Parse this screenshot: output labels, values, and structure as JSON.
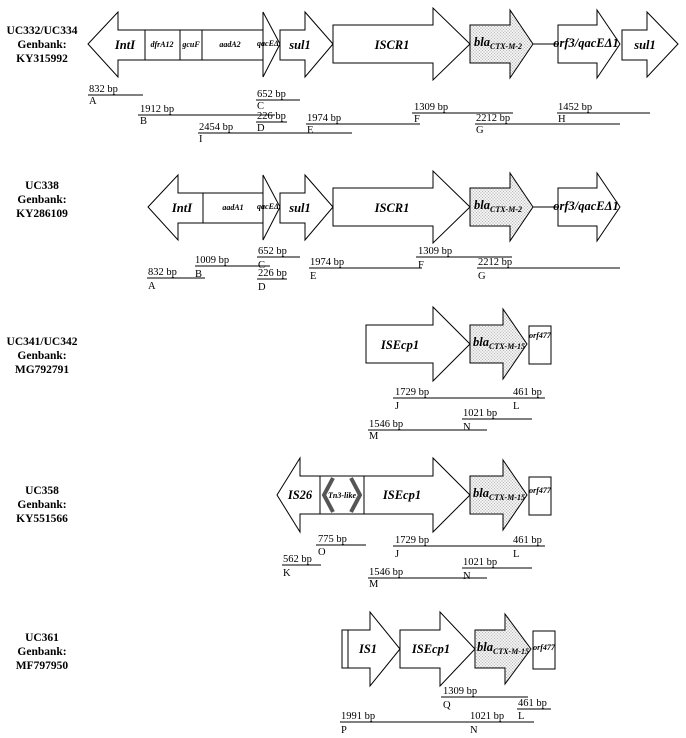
{
  "rows": [
    {
      "lines": [
        "UC332/UC334",
        "Genbank:",
        "KY315992"
      ],
      "genes": {
        "intI": "IntI",
        "dfrA12": "dfrA12",
        "gcuF": "gcuF",
        "aadA2": "aadA2",
        "qac": "qacEΔ1",
        "sul1": "sul1",
        "iscr1": "ISCR1",
        "bla_main": "bla",
        "bla_sub": "CTX-M-2",
        "orf3": "orf3/qacEΔ1",
        "sul1b": "sul1"
      },
      "amplicons": [
        {
          "letter": "A",
          "bp": "832 bp"
        },
        {
          "letter": "B",
          "bp": "1912 bp"
        },
        {
          "letter": "C",
          "bp": "652 bp"
        },
        {
          "letter": "D",
          "bp": "226 bp"
        },
        {
          "letter": "I",
          "bp": "2454 bp"
        },
        {
          "letter": "E",
          "bp": "1974 bp"
        },
        {
          "letter": "F",
          "bp": "1309 bp"
        },
        {
          "letter": "G",
          "bp": "2212 bp"
        },
        {
          "letter": "H",
          "bp": "1452 bp"
        }
      ]
    },
    {
      "lines": [
        "UC338",
        "Genbank:",
        "KY286109"
      ],
      "genes": {
        "intI": "IntI",
        "aadA1": "aadA1",
        "qac": "qacEΔ1",
        "sul1": "sul1",
        "iscr1": "ISCR1",
        "bla_main": "bla",
        "bla_sub": "CTX-M-2",
        "orf3": "orf3/qacEΔ1"
      },
      "amplicons": [
        {
          "letter": "A",
          "bp": "832 bp"
        },
        {
          "letter": "B",
          "bp": "1009 bp"
        },
        {
          "letter": "C",
          "bp": "652 bp"
        },
        {
          "letter": "D",
          "bp": "226 bp"
        },
        {
          "letter": "E",
          "bp": "1974 bp"
        },
        {
          "letter": "F",
          "bp": "1309 bp"
        },
        {
          "letter": "G",
          "bp": "2212 bp"
        }
      ]
    },
    {
      "lines": [
        "UC341/UC342",
        "Genbank:",
        "MG792791"
      ],
      "genes": {
        "isecp1": "ISEcp1",
        "bla_main": "bla",
        "bla_sub": "CTX-M-15",
        "orf477": "orf477"
      },
      "amplicons": [
        {
          "letter": "J",
          "bp": "1729 bp"
        },
        {
          "letter": "L",
          "bp": "461 bp"
        },
        {
          "letter": "M",
          "bp": "1546 bp"
        },
        {
          "letter": "N",
          "bp": "1021 bp"
        }
      ]
    },
    {
      "lines": [
        "UC358",
        "Genbank:",
        "KY551566"
      ],
      "genes": {
        "is26": "IS26",
        "tn3": "Tn3-like",
        "isecp1": "ISEcp1",
        "bla_main": "bla",
        "bla_sub": "CTX-M-15",
        "orf477": "orf477"
      },
      "amplicons": [
        {
          "letter": "K",
          "bp": "562 bp"
        },
        {
          "letter": "O",
          "bp": "775 bp"
        },
        {
          "letter": "J",
          "bp": "1729 bp"
        },
        {
          "letter": "L",
          "bp": "461 bp"
        },
        {
          "letter": "M",
          "bp": "1546 bp"
        },
        {
          "letter": "N",
          "bp": "1021 bp"
        }
      ]
    },
    {
      "lines": [
        "UC361",
        "Genbank:",
        "MF797950"
      ],
      "genes": {
        "is1": "IS1",
        "isecp1": "ISEcp1",
        "bla_main": "bla",
        "bla_sub": "CTX-M-15",
        "orf477": "orf477"
      },
      "amplicons": [
        {
          "letter": "Q",
          "bp": "1309 bp"
        },
        {
          "letter": "L",
          "bp": "461 bp"
        },
        {
          "letter": "P",
          "bp": "1991 bp"
        },
        {
          "letter": "N",
          "bp": "1021 bp"
        }
      ]
    }
  ]
}
